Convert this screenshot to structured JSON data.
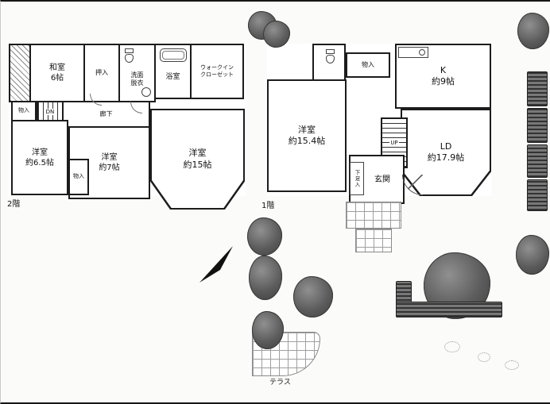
{
  "colors": {
    "wall": "#1c1c1c",
    "tree": "#5c5c5c",
    "background": "#fbfbf9"
  },
  "floor2": {
    "floor_label": "2階",
    "washitsu_name": "和室",
    "washitsu_size": "6帖",
    "oshiire": "押入",
    "senmen_line1": "洗面",
    "senmen_line2": "脱衣",
    "bath": "浴室",
    "wic_line1": "ウォークイン",
    "wic_line2": "クローゼット",
    "storage_top": "物入",
    "dn": "DN",
    "hallway": "廊下",
    "storage_mid": "物入",
    "room65_name": "洋室",
    "room65_size": "約6.5帖",
    "room7_name": "洋室",
    "room7_size": "約7帖",
    "room15_name": "洋室",
    "room15_size": "約15帖"
  },
  "floor1": {
    "floor_label": "1階",
    "storage": "物入",
    "kitchen_name": "K",
    "kitchen_size": "約9帖",
    "room154_name": "洋室",
    "room154_size": "約15.4帖",
    "ld_name": "LD",
    "ld_size": "約17.9帖",
    "up": "UP",
    "shoe_storage": "下足入",
    "genkan": "玄関"
  },
  "exterior": {
    "terrace": "テラス"
  }
}
